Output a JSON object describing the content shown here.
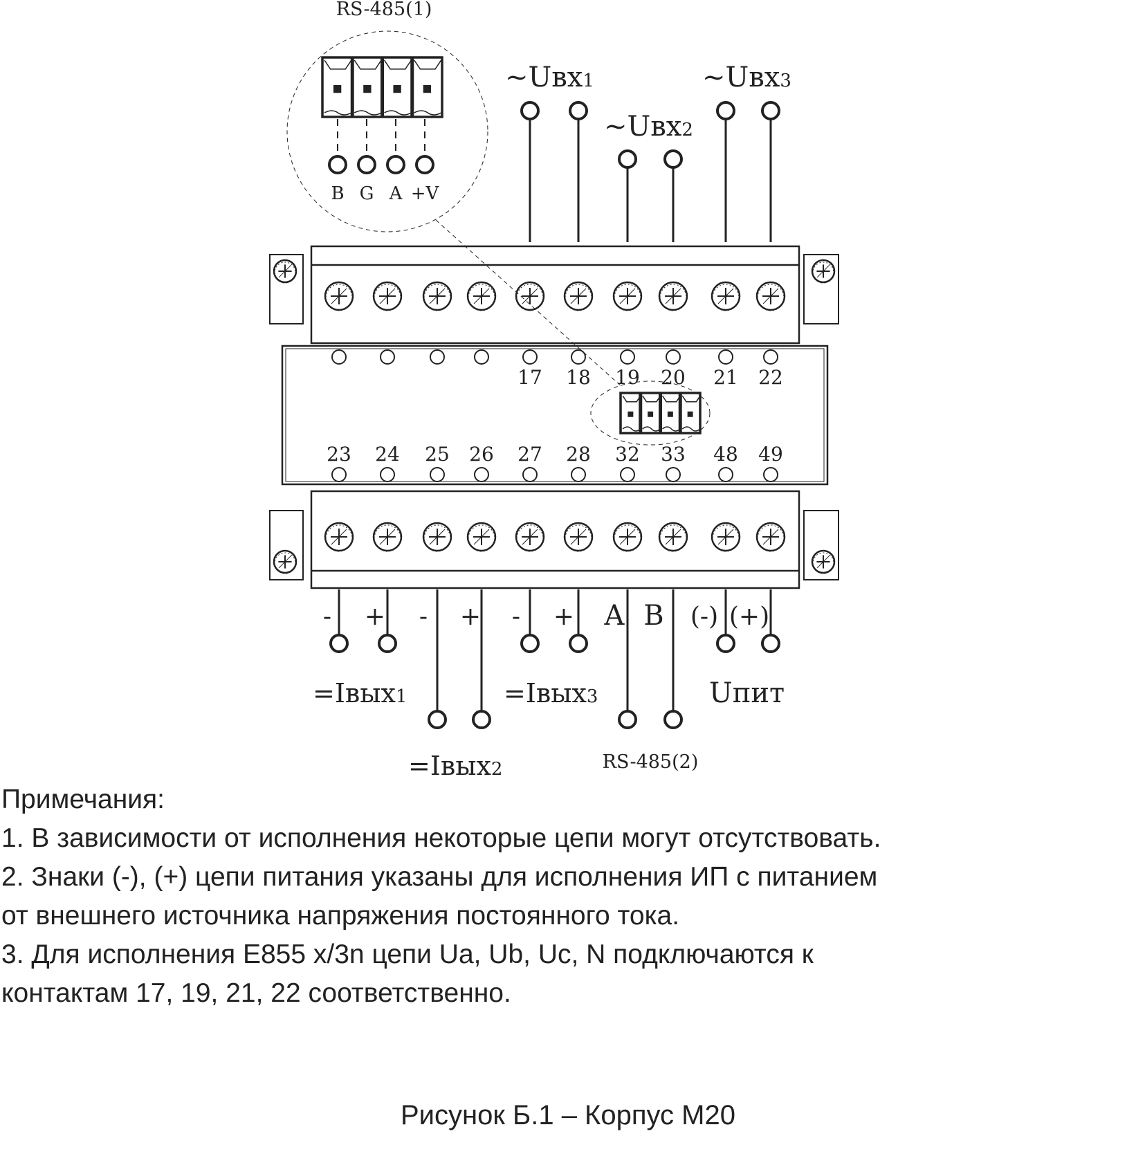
{
  "diagram": {
    "rs485_1": {
      "title": "RS-485(1)",
      "pins": [
        "B",
        "G",
        "A",
        "+V"
      ]
    },
    "inputs": [
      {
        "label": "~Uвх",
        "sub": "1",
        "pins": [
          "17",
          "18"
        ]
      },
      {
        "label": "~Uвх",
        "sub": "2",
        "pins": [
          "19",
          "20"
        ]
      },
      {
        "label": "~Uвх",
        "sub": "3",
        "pins": [
          "21",
          "22"
        ]
      }
    ],
    "top_row_numbers": [
      "",
      "",
      "",
      "",
      "17",
      "18",
      "19",
      "20",
      "21",
      "22"
    ],
    "bottom_row_numbers": [
      "23",
      "24",
      "25",
      "26",
      "27",
      "28",
      "32",
      "33",
      "48",
      "49"
    ],
    "bottom_polarity": [
      "-",
      "+",
      "-",
      "+",
      "-",
      "+",
      "A",
      "B",
      "(-)",
      "(+)"
    ],
    "outputs": [
      {
        "label": "=Iвых",
        "sub": "1"
      },
      {
        "label": "=Iвых",
        "sub": "2"
      },
      {
        "label": "=Iвых",
        "sub": "3"
      },
      {
        "label": "RS-485(2)",
        "sub": ""
      },
      {
        "label": "Uпит",
        "sub": ""
      }
    ]
  },
  "notes": {
    "heading": "Примечания:",
    "lines": [
      "1. В зависимости от исполнения некоторые цепи могут отсутствовать.",
      "2. Знаки (-), (+) цепи питания указаны для исполнения ИП с питанием",
      "от внешнего источника напряжения постоянного тока.",
      "3. Для исполнения Е855 x/3n цепи Ua, Ub, Uc, N подключаются к",
      "контактам 17, 19, 21, 22 соответственно."
    ]
  },
  "caption": "Рисунок Б.1 – Корпус М20",
  "colors": {
    "ink": "#222222",
    "paper": "#ffffff"
  }
}
